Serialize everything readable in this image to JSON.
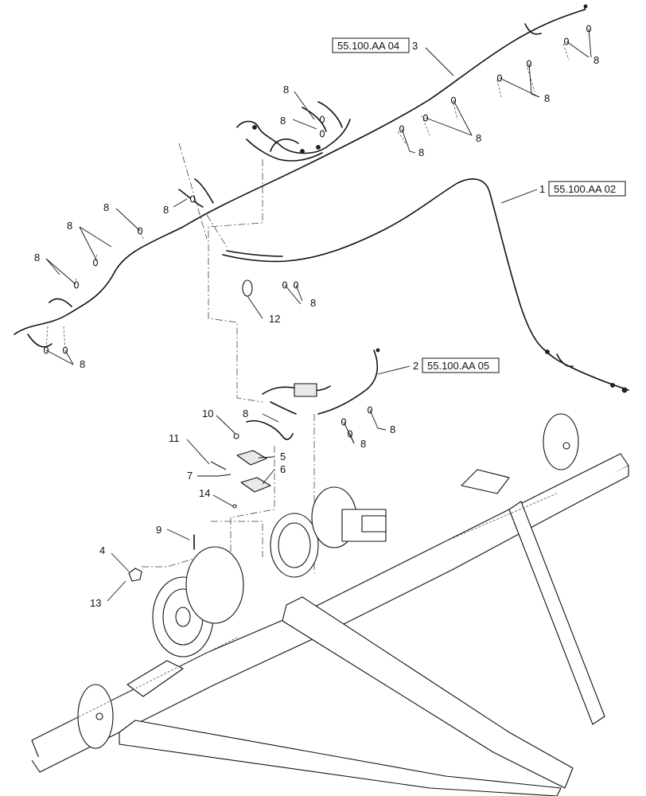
{
  "callouts": [
    {
      "id": "c1",
      "label": "1"
    },
    {
      "id": "c2",
      "label": "2"
    },
    {
      "id": "c3",
      "label": "3"
    },
    {
      "id": "c4",
      "label": "4"
    },
    {
      "id": "c5",
      "label": "5"
    },
    {
      "id": "c6",
      "label": "6"
    },
    {
      "id": "c7",
      "label": "7"
    },
    {
      "id": "c8",
      "label": "8"
    },
    {
      "id": "c9",
      "label": "9"
    },
    {
      "id": "c10",
      "label": "10"
    },
    {
      "id": "c11",
      "label": "11"
    },
    {
      "id": "c12",
      "label": "12"
    },
    {
      "id": "c13",
      "label": "13"
    },
    {
      "id": "c14",
      "label": "14"
    }
  ],
  "references": {
    "ref_aa04": "55.100.AA 04",
    "ref_aa02": "55.100.AA 02",
    "ref_aa05": "55.100.AA 05"
  }
}
